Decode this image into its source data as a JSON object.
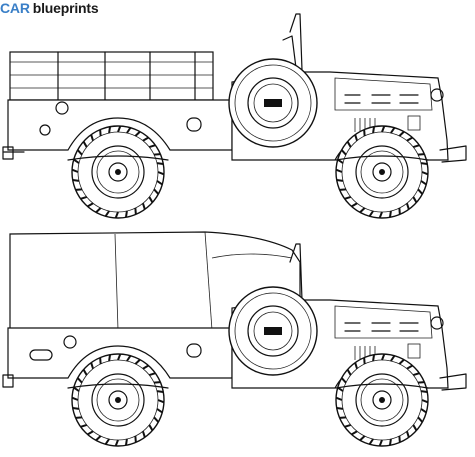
{
  "logo": {
    "brand_car": "CAR",
    "brand_blueprints": "blueprints"
  },
  "colors": {
    "logo_car": "#3a7fc7",
    "logo_text": "#1a1a1a",
    "line": "#111111",
    "background": "#ffffff"
  },
  "drawings": [
    {
      "name": "vehicle-side-view-open-cargo",
      "cargo": "open-slatted-bed"
    },
    {
      "name": "vehicle-side-view-canvas-top",
      "cargo": "canvas-covered-bed"
    }
  ]
}
